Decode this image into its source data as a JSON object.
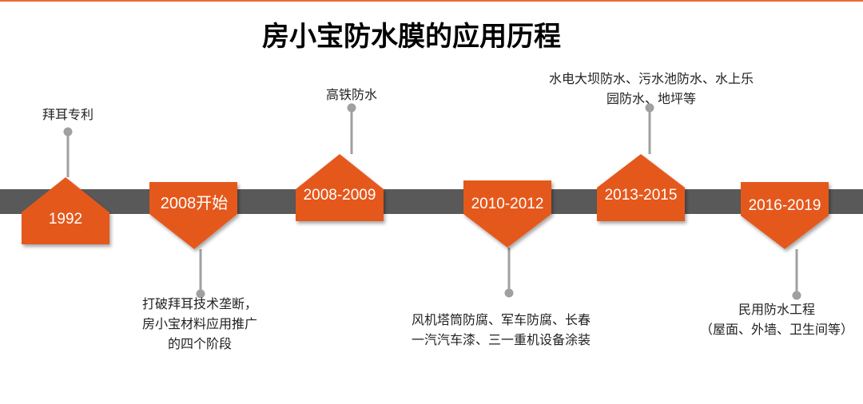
{
  "title": "房小宝防水膜的应用历程",
  "colors": {
    "accent": "#e5581c",
    "bar": "#595959",
    "connector": "#a0a0a0"
  },
  "milestones": [
    {
      "year": "1992",
      "direction": "up",
      "text": [
        "拜耳专利"
      ]
    },
    {
      "year": "2008开始",
      "direction": "down",
      "text": [
        "打破拜耳技术垄断，",
        "房小宝材料应用推广",
        "的四个阶段"
      ]
    },
    {
      "year": "2008-2009",
      "direction": "up",
      "text": [
        "高铁防水"
      ]
    },
    {
      "year": "2010-2012",
      "direction": "down",
      "text": [
        "风机塔筒防腐、军车防腐、长春",
        "一汽汽车漆、三一重机设备涂装"
      ]
    },
    {
      "year": "2013-2015",
      "direction": "up",
      "text": [
        "水电大坝防水、污水池防水、水上乐",
        "园防水、地坪等"
      ]
    },
    {
      "year": "2016-2019",
      "direction": "down",
      "text": [
        "民用防水工程",
        "（屋面、外墙、卫生间等）"
      ]
    }
  ]
}
